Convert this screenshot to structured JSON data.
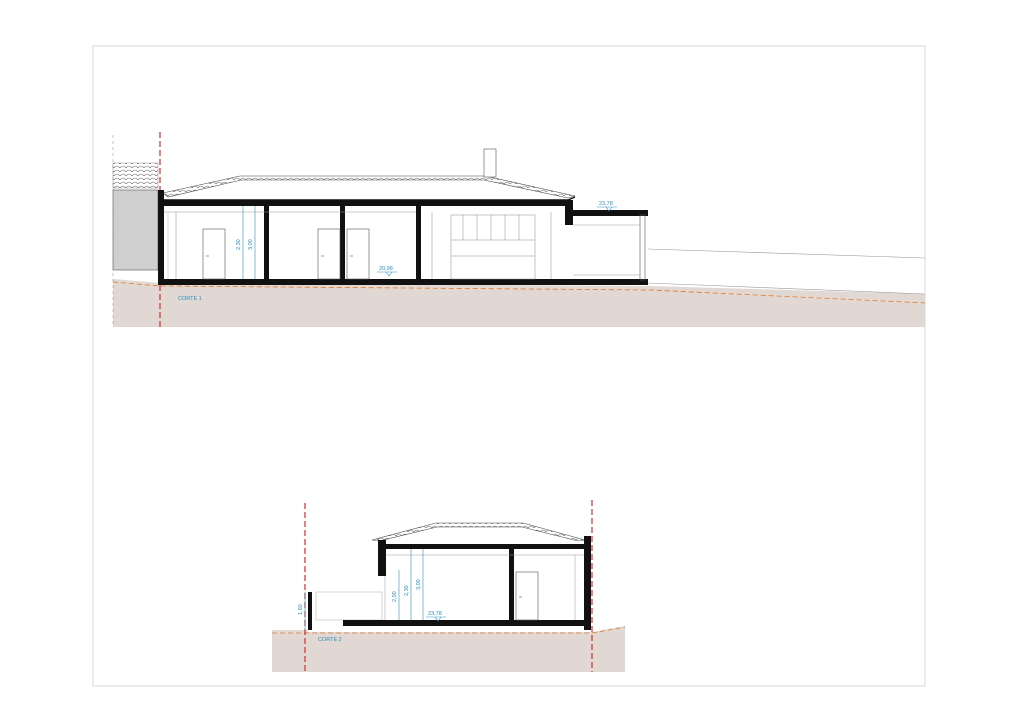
{
  "section1": {
    "title": "CORTE 1",
    "dims": {
      "h230": "2,30",
      "h300": "3,00",
      "level_floor": "20,98",
      "level_roof": "23,78"
    }
  },
  "section2": {
    "title": "CORTE 2",
    "dims": {
      "h160": "1,60",
      "h200": "2,00",
      "h230": "2,30",
      "h300": "3,00",
      "level_floor": "23,78"
    }
  },
  "colors": {
    "ground": "#e2d8d3",
    "structure": "#111111",
    "cut_line": "#d42b2b",
    "terrain_line": "#e07a2a",
    "dimension": "#2b8fc0"
  }
}
